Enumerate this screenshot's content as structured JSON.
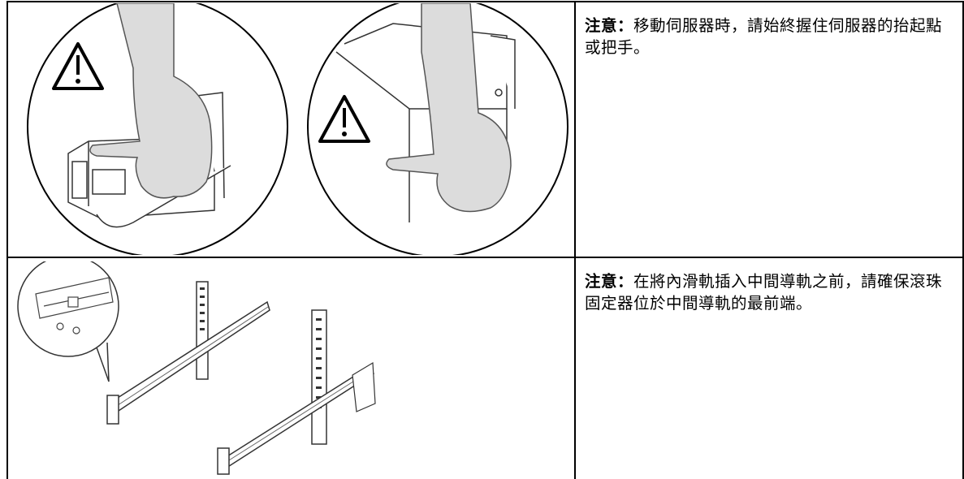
{
  "rows": [
    {
      "caution_label": "注意：",
      "caution_text": "移動伺服器時，請始終握住伺服器的抬起點或把手。",
      "illustration": "hand-lifting-server-with-warning-icons"
    },
    {
      "caution_label": "注意：",
      "caution_text": "在將內滑軌插入中間導軌之前，請確保滾珠固定器位於中間導軌的最前端。",
      "illustration": "rail-installation-with-detail-callout"
    }
  ],
  "icons": {
    "warning": "warning-triangle-icon"
  },
  "colors": {
    "border": "#000000",
    "hand_fill": "#dcdcdc",
    "line": "#333333"
  }
}
